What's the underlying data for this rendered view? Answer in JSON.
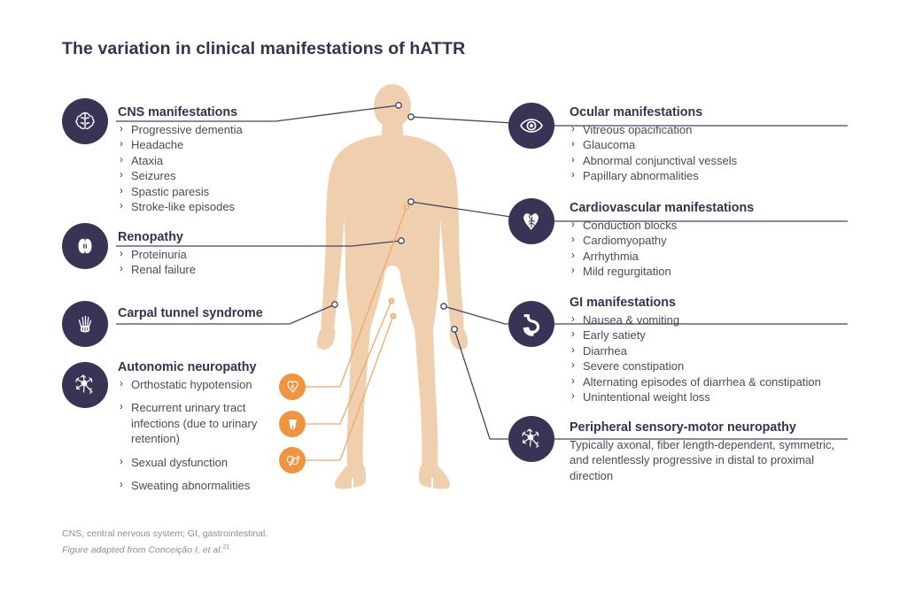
{
  "title": "The variation in clinical manifestations of hATTR",
  "colors": {
    "navy": "#3b3355",
    "orange": "#f0943f",
    "body_fill": "#f0cfae",
    "text": "#4a4a5a",
    "heading": "#33334d",
    "line_navy": "#45455e",
    "line_orange": "#f0a86a"
  },
  "left_sections": [
    {
      "id": "cns",
      "icon": "brain-icon",
      "heading": "CNS manifestations",
      "items": [
        "Progressive dementia",
        "Headache",
        "Ataxia",
        "Seizures",
        "Spastic paresis",
        "Stroke-like episodes"
      ]
    },
    {
      "id": "renopathy",
      "icon": "kidney-icon",
      "heading": "Renopathy",
      "items": [
        "Proteinuria",
        "Renal failure"
      ]
    },
    {
      "id": "carpal-tunnel",
      "icon": "hand-xray-icon",
      "heading": "Carpal tunnel syndrome",
      "items": []
    },
    {
      "id": "autonomic-neuropathy",
      "icon": "neuron-icon",
      "heading": "Autonomic neuropathy",
      "items": [
        "Orthostatic hypotension",
        "Recurrent urinary tract infections (due to urinary retention)",
        "Sexual dysfunction",
        "Sweating abnormalities"
      ]
    }
  ],
  "right_sections": [
    {
      "id": "ocular",
      "icon": "eye-icon",
      "heading": "Ocular manifestations",
      "items": [
        "Vitreous opacification",
        "Glaucoma",
        "Abnormal conjunctival vessels",
        "Papillary abnormalities"
      ]
    },
    {
      "id": "cardiovascular",
      "icon": "heart-icon",
      "heading": "Cardiovascular manifestations",
      "items": [
        "Conduction blocks",
        "Cardiomyopathy",
        "Arrhythmia",
        "Mild regurgitation"
      ]
    },
    {
      "id": "gi",
      "icon": "stomach-icon",
      "heading": "GI manifestations",
      "items": [
        "Nausea & vomiting",
        "Early satiety",
        "Diarrhea",
        "Severe constipation",
        "Alternating episodes of diarrhea & constipation",
        "Unintentional weight loss"
      ]
    },
    {
      "id": "peripheral-neuropathy",
      "icon": "neuron-icon",
      "heading": "Peripheral sensory-motor neuropathy",
      "description": "Typically axonal, fiber length-dependent, symmetric, and relentlessly progressive in distal to proximal direction",
      "items": []
    }
  ],
  "autonomic_icons": [
    {
      "id": "heart-outline",
      "icon": "heart-outline-icon"
    },
    {
      "id": "bladder",
      "icon": "bladder-icon"
    },
    {
      "id": "gender",
      "icon": "gender-symbols-icon"
    }
  ],
  "bullet_glyph": "›",
  "footnote": {
    "line1": "CNS, central nervous system; GI, gastrointestinal.",
    "line2": "Figure adapted from Conceição I, et al.",
    "ref": "21"
  }
}
